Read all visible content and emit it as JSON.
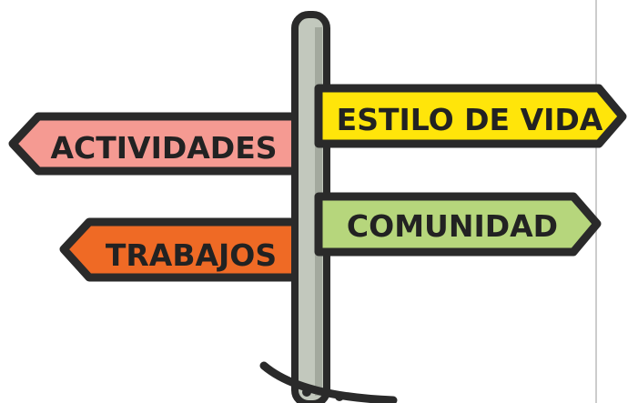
{
  "signs": [
    {
      "id": "estilo",
      "label": "ESTILO DE VIDA",
      "color": "#ffe50a"
    },
    {
      "id": "actividades",
      "label": "ACTIVIDADES",
      "color": "#f59a92"
    },
    {
      "id": "comunidad",
      "label": "COMUNIDAD",
      "color": "#b6d67c"
    },
    {
      "id": "trabajos",
      "label": "TRABAJOS",
      "color": "#ef6a25"
    }
  ],
  "colors": {
    "outline": "#2a2a2a",
    "pole": "#c2c8bd",
    "pole_shade": "#a3a99e",
    "divider": "#cccccc"
  }
}
